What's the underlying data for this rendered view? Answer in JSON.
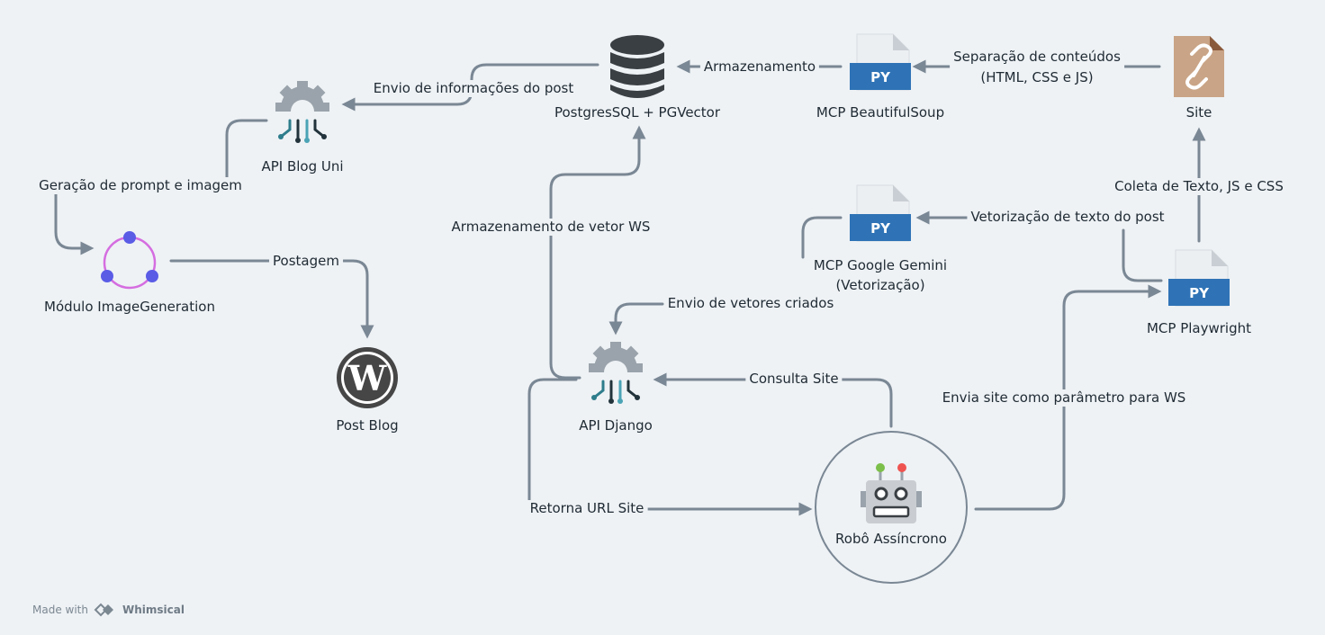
{
  "nodes": {
    "postgres": "PostgresSQL + PGVector",
    "bs": "MCP BeautifulSoup",
    "site": "Site",
    "api_blog": "API Blog Uni",
    "image_gen": "Módulo ImageGeneration",
    "post_blog": "Post Blog",
    "gemini": "MCP Google Gemini\n(Vetorização)",
    "playwright": "MCP Playwright",
    "api_django": "API Django",
    "robot": "Robô Assíncrono"
  },
  "edges": {
    "envio_info": "Envio de informações do post",
    "armazenamento": "Armazenamento",
    "separacao": "Separação de conteúdos\n(HTML, CSS e JS)",
    "geracao": "Geração de prompt e imagem",
    "postagem": "Postagem",
    "armazenamento_vetor": "Armazenamento de vetor WS",
    "coleta": "Coleta de Texto, JS e CSS",
    "vetorizacao": "Vetorização de texto do post",
    "envio_vetores": "Envio de vetores criados",
    "consulta": "Consulta Site",
    "envia_site": "Envia site como parâmetro para WS",
    "retorna": "Retorna URL Site"
  },
  "icons": {
    "postgres": "database-icon",
    "bs": "python-file-icon",
    "gemini": "python-file-icon",
    "playwright": "python-file-icon",
    "site": "link-file-icon",
    "api_blog": "api-gear-icon",
    "api_django": "api-gear-icon",
    "image_gen": "cycle-nodes-icon",
    "post_blog": "wordpress-icon",
    "robot": "robot-icon"
  },
  "file_badge": "PY",
  "footer": {
    "made_with": "Made with",
    "brand": "Whimsical"
  },
  "colors": {
    "background": "#eef2f5",
    "line": "#7a8794",
    "py_blue": "#2f73b6",
    "site_brown": "#c9a486"
  }
}
